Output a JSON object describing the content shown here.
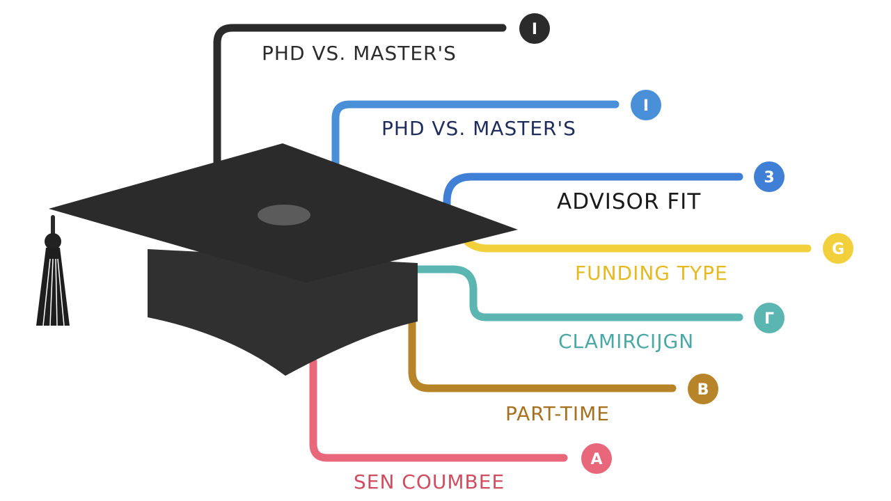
{
  "diagram": {
    "icon": "graduation-cap-icon",
    "branches": [
      {
        "id": "phd-masters-1",
        "label": "PHD VS. MASTER'S",
        "badge": "I",
        "color": "#2b2b2b",
        "label_color": "#2b2b2b"
      },
      {
        "id": "phd-masters-2",
        "label": "PHD VS. MASTER'S",
        "badge": "I",
        "color": "#4a90d9",
        "label_color": "#1f2d5c"
      },
      {
        "id": "advisor-fit",
        "label": "ADVISOR FIT",
        "badge": "3",
        "color": "#3f7fd6",
        "label_color": "#1a1a1a"
      },
      {
        "id": "funding-type",
        "label": "FUNDING TYPE",
        "badge": "G",
        "color": "#f2d03b",
        "label_color": "#e5b91f"
      },
      {
        "id": "clamirecijgn",
        "label": "CLAMIRCIJGN",
        "badge": "Г",
        "color": "#5bb5b0",
        "label_color": "#4aa9a6"
      },
      {
        "id": "part-time",
        "label": "PART-TIME",
        "badge": "B",
        "color": "#b8842a",
        "label_color": "#a5711f"
      },
      {
        "id": "sen-coumbee",
        "label": "SEN COUMBEE",
        "badge": "A",
        "color": "#e9677a",
        "label_color": "#d14c5f"
      }
    ]
  }
}
